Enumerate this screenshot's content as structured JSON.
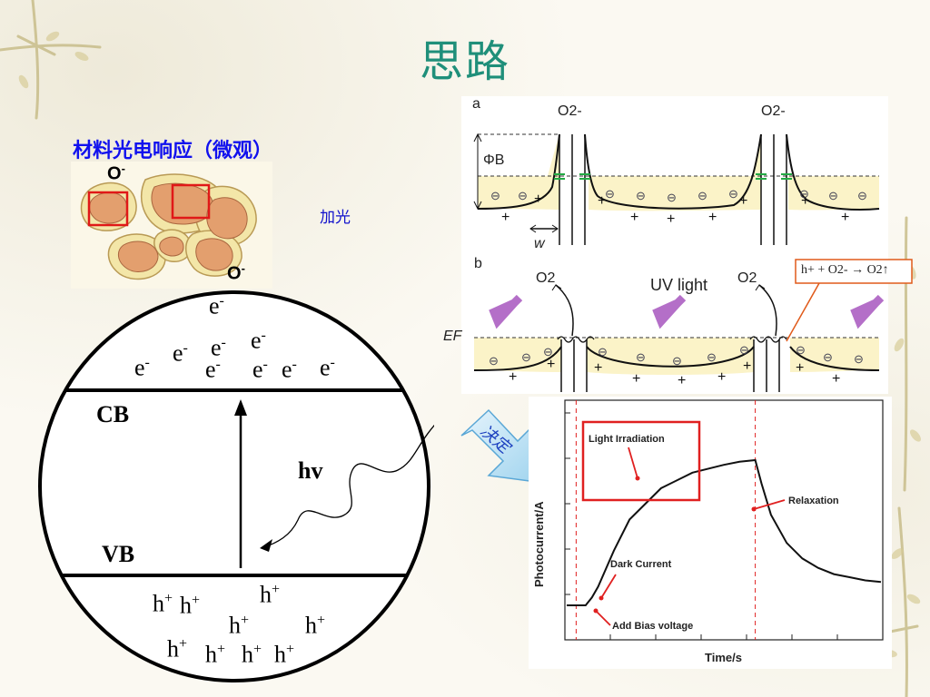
{
  "title": "思路",
  "subtitle": "材料光电响应（微观）",
  "light_label": "加光",
  "decide_label": "决定",
  "particles": {
    "o_label_top": "O",
    "o_label_bottom": "O",
    "charge_sign": "-"
  },
  "band_diagram": {
    "cb_label": "CB",
    "vb_label": "VB",
    "photon_label": "hv",
    "electron": "e",
    "electron_sign": "-",
    "hole": "h",
    "hole_sign": "+"
  },
  "panel_a": {
    "letter": "a",
    "o2_minus_left": "O2-",
    "o2_minus_right": "O2-",
    "phi_label": "ΦB",
    "w_label": "w"
  },
  "panel_b": {
    "letter": "b",
    "o2_left": "O2",
    "o2_right": "O2",
    "uv_label": "UV light",
    "ef_label": "EF",
    "reaction": "h+ + O2- → O2↑"
  },
  "chart_data": {
    "type": "line",
    "title": "",
    "xlabel": "Time/s",
    "ylabel": "Photocurrent/A",
    "annotations": [
      "Light Irradiation",
      "Relaxation",
      "Dark Current",
      "Add Bias voltage"
    ],
    "series": [
      {
        "x": [
          0,
          0.03,
          0.06,
          0.08,
          0.1,
          0.15,
          0.2,
          0.3,
          0.4,
          0.5,
          0.55,
          0.6,
          0.6,
          0.62,
          0.65,
          0.7,
          0.75,
          0.8,
          0.85,
          0.9,
          0.95,
          1.0
        ],
        "values": [
          0.0,
          0.0,
          0.0,
          0.05,
          0.12,
          0.35,
          0.55,
          0.75,
          0.85,
          0.9,
          0.92,
          0.93,
          0.93,
          0.78,
          0.58,
          0.4,
          0.3,
          0.24,
          0.2,
          0.18,
          0.16,
          0.15
        ]
      }
    ],
    "grid": false
  }
}
